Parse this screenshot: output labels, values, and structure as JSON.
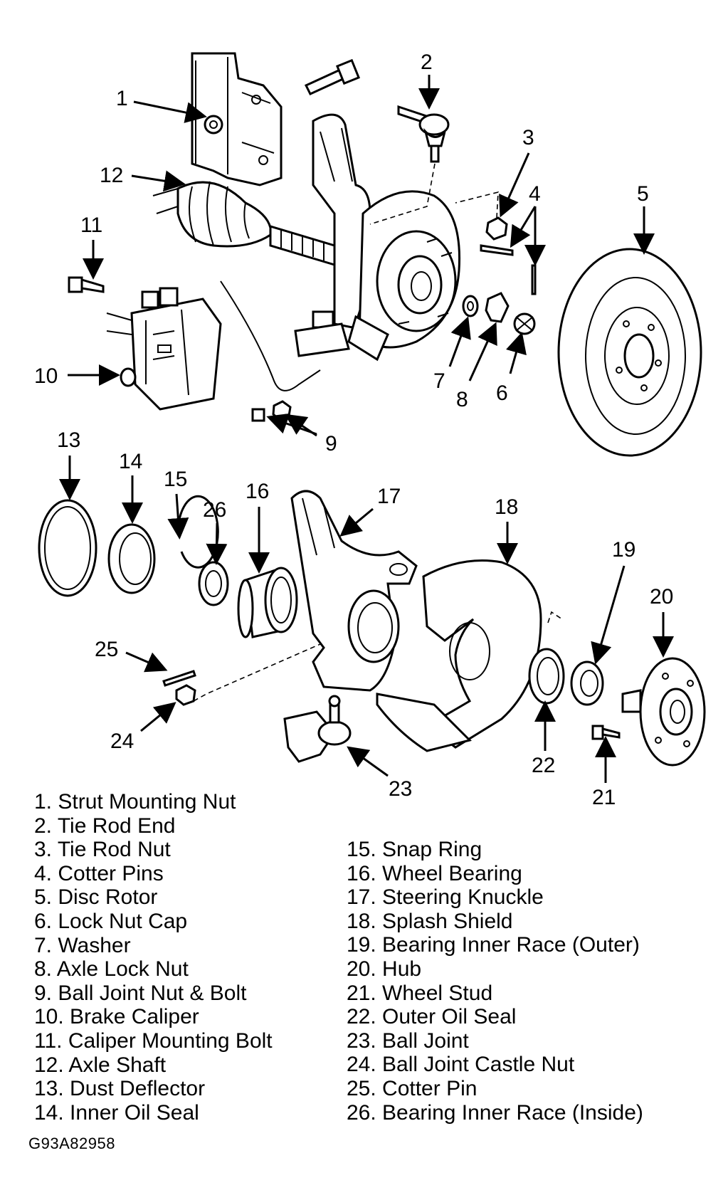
{
  "callouts": {
    "c1": "1",
    "c2": "2",
    "c3": "3",
    "c4": "4",
    "c5": "5",
    "c6": "6",
    "c7": "7",
    "c8": "8",
    "c9": "9",
    "c10": "10",
    "c11": "11",
    "c12": "12",
    "c13": "13",
    "c14": "14",
    "c15": "15",
    "c16": "16",
    "c17": "17",
    "c18": "18",
    "c19": "19",
    "c20": "20",
    "c21": "21",
    "c22": "22",
    "c23": "23",
    "c24": "24",
    "c25": "25",
    "c26": "26"
  },
  "legend_left": [
    "1. Strut Mounting Nut",
    "2. Tie Rod End",
    "3. Tie Rod Nut",
    "4. Cotter Pins",
    "5. Disc Rotor",
    "6. Lock Nut Cap",
    "7. Washer",
    "8. Axle Lock Nut",
    "9. Ball Joint Nut & Bolt",
    "10. Brake Caliper",
    "11. Caliper Mounting Bolt",
    "12. Axle Shaft",
    "13. Dust Deflector",
    "14. Inner Oil Seal"
  ],
  "legend_right": [
    "15. Snap Ring",
    "16. Wheel Bearing",
    "17. Steering Knuckle",
    "18. Splash Shield",
    "19. Bearing Inner Race (Outer)",
    "20. Hub",
    "21. Wheel Stud",
    "22. Outer Oil Seal",
    "23. Ball Joint",
    "24. Ball Joint Castle Nut",
    "25. Cotter Pin",
    "26. Bearing Inner Race (Inside)"
  ],
  "figure_code": "G93A82958"
}
